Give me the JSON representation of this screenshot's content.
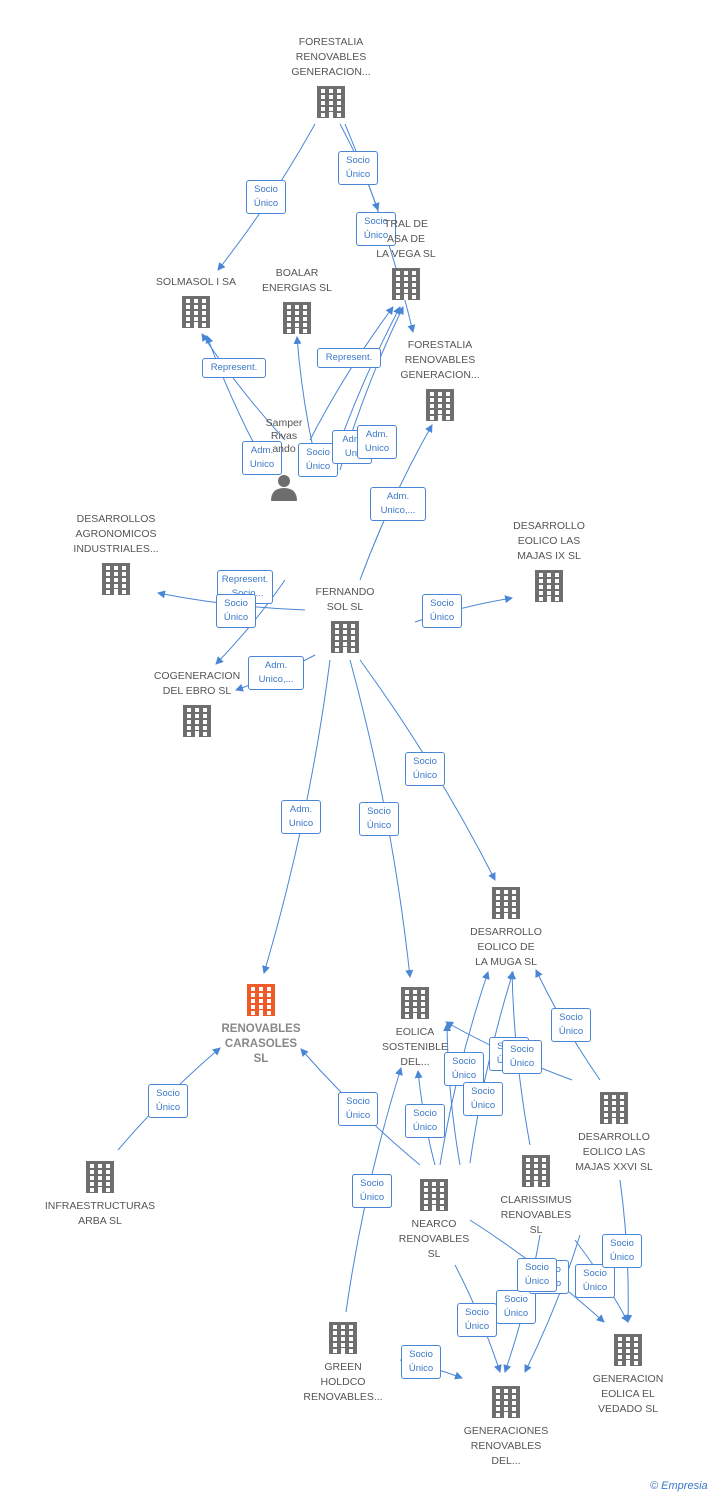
{
  "colors": {
    "node": "#6e6e6e",
    "main_node": "#f05a28",
    "edge": "#4a86d6"
  },
  "nodes": [
    {
      "id": "forestalia1",
      "label": "FORESTALIA\nRENOVABLES\nGENERACION..."
    },
    {
      "id": "solmasol",
      "label": "SOLMASOL I SA"
    },
    {
      "id": "boalar",
      "label": "BOALAR\nENERGIAS  SL"
    },
    {
      "id": "central",
      "label": "TRAL DE\nASA DE\nLA VEGA SL"
    },
    {
      "id": "forestalia2",
      "label": "FORESTALIA\nRENOVABLES\nGENERACION..."
    },
    {
      "id": "desagro",
      "label": "DESARROLLOS\nAGRONOMICOS\nINDUSTRIALES..."
    },
    {
      "id": "desmajas9",
      "label": "DESARROLLO\nEOLICO LAS\nMAJAS IX  SL"
    },
    {
      "id": "fernando",
      "label": "FERNANDO\nSOL SL"
    },
    {
      "id": "cogeneracion",
      "label": "COGENERACION\nDEL EBRO  SL"
    },
    {
      "id": "desmuga",
      "label": "DESARROLLO\nEOLICO DE\nLA MUGA SL"
    },
    {
      "id": "renovables",
      "label": "RENOVABLES\nCARASOLES\nSL",
      "main": true
    },
    {
      "id": "eolica",
      "label": "EOLICA\nSOSTENIBLE\nDEL..."
    },
    {
      "id": "desmajas26",
      "label": "DESARROLLO\nEOLICO LAS\nMAJAS XXVI  SL"
    },
    {
      "id": "infraestructuras",
      "label": "INFRAESTRUCTURAS\nARBA  SL"
    },
    {
      "id": "nearco",
      "label": "NEARCO\nRENOVABLES\nSL"
    },
    {
      "id": "clarissimus",
      "label": "CLARISSIMUS\nRENOVABLES\nSL"
    },
    {
      "id": "green",
      "label": "GREEN\nHOLDCO\nRENOVABLES..."
    },
    {
      "id": "vedado",
      "label": "GENERACION\nEOLICA EL\nVEDADO SL"
    },
    {
      "id": "generaciones",
      "label": "GENERACIONES\nRENOVABLES\nDEL..."
    }
  ],
  "person": {
    "label": "Samper\nRivas\nando"
  },
  "edge_labels": [
    "Socio\nÚnico",
    "Socio\nÚnico",
    "Socio\nÚnico",
    "Represent.",
    "Represent.",
    "Adm.\nUnico",
    "Socio\nÚnico",
    "Adm\nUni",
    "Adm.\nUnico",
    "Adm.\nUnico,...",
    "Represent.\n, Socio...",
    "Socio\nÚnico",
    "Socio\nÚnico",
    "Adm.\nUnico,...",
    "Adm.\nUnico",
    "Socio\nÚnico",
    "Socio\nÚnico",
    "Socio\nÚnico",
    "Socio\nÚnico",
    "Socio\nÚnico",
    "Socio\nÚnico",
    "Socio\nÚnico",
    "Socio\nÚnico",
    "Socio\nÚnico",
    "Socio\nÚnico",
    "Socio\nÚnico",
    "Socio\nÚnico",
    "Socio\nÚnico",
    "Socio\nÚnico",
    "Socio\nÚnico",
    "Socio\nÚnico",
    "Socio\nÚnico",
    "Socio\nÚnico",
    "Socio\nÚnico"
  ],
  "footer": {
    "copyright": "©",
    "brand": "Empresia"
  }
}
